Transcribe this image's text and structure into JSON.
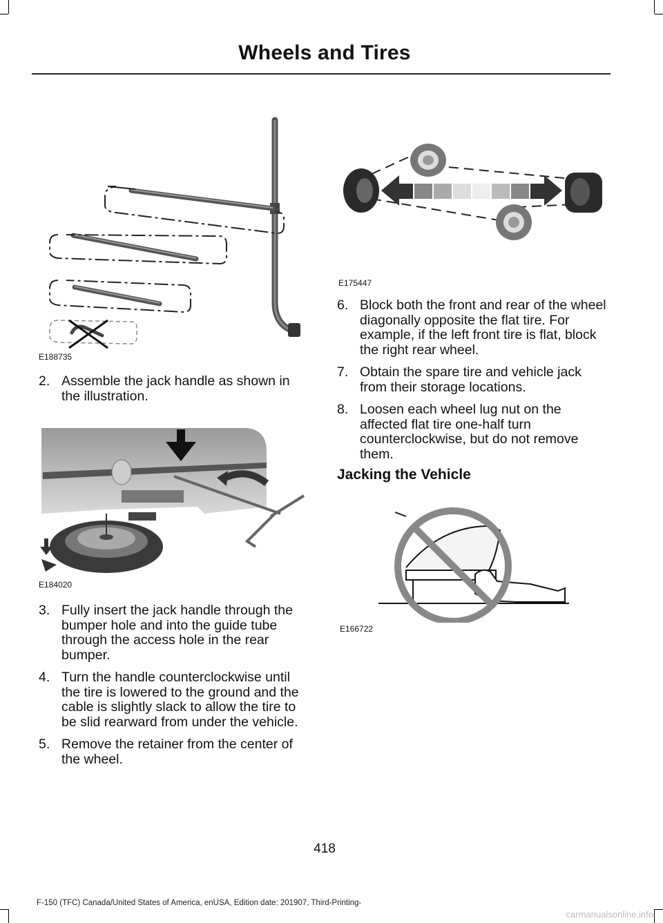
{
  "header": {
    "title": "Wheels and Tires"
  },
  "figures": {
    "jack_handle": {
      "id": "E188735"
    },
    "tire_rotation": {
      "id": "E175447"
    },
    "spare_tire": {
      "id": "E184020"
    },
    "no_crawl": {
      "id": "E166722"
    }
  },
  "left_steps": [
    {
      "num": "2.",
      "text": "Assemble the jack handle as shown in the illustration."
    },
    {
      "num": "3.",
      "text": "Fully insert the jack handle through the bumper hole and into the guide tube through the access hole in the rear bumper."
    },
    {
      "num": "4.",
      "text": "Turn the handle counterclockwise until the tire is lowered to the ground and the cable is slightly slack to allow the tire to be slid rearward from under the vehicle."
    },
    {
      "num": "5.",
      "text": "Remove the retainer from the center of the wheel."
    }
  ],
  "right_steps": [
    {
      "num": "6.",
      "text": "Block both the front and rear of the wheel diagonally opposite the flat tire. For example, if the left front tire is flat, block the right rear wheel."
    },
    {
      "num": "7.",
      "text": "Obtain the spare tire and vehicle jack from their storage locations."
    },
    {
      "num": "8.",
      "text": "Loosen each wheel lug nut on the affected flat tire one-half turn counterclockwise, but do not remove them."
    }
  ],
  "section": {
    "heading": "Jacking the Vehicle"
  },
  "page_number": "418",
  "footer": {
    "text": "F-150 (TFC) Canada/United States of America, enUSA, Edition date: 201907, Third-Printing-"
  },
  "watermark": "carmanualsonline.info"
}
